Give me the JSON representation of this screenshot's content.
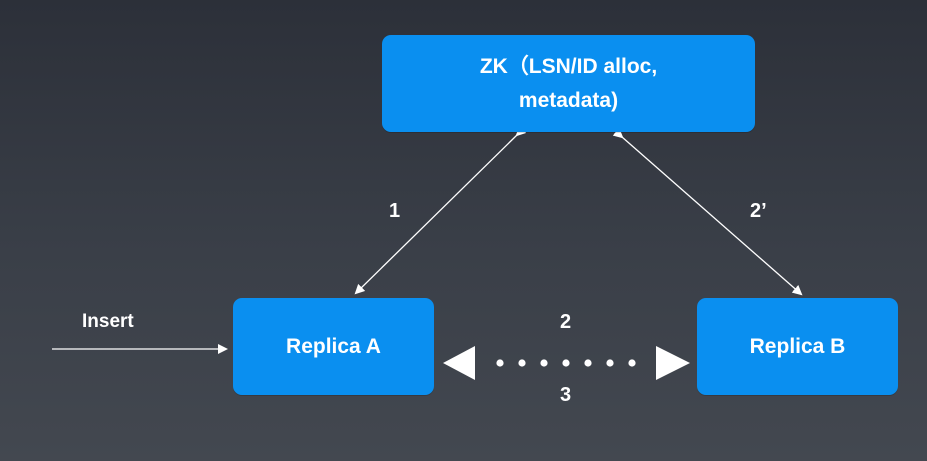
{
  "nodes": {
    "zk": {
      "line1": "ZK（LSN/ID alloc,",
      "line2": "metadata)"
    },
    "replica_a": "Replica A",
    "replica_b": "Replica B"
  },
  "edges": {
    "zk_a_label": "1",
    "zk_b_label": "2’",
    "a_b_top_label": "2",
    "a_b_bottom_label": "3",
    "insert_label": "Insert"
  },
  "colors": {
    "background": "#363b44",
    "node_fill": "#0a8ff0",
    "text": "#ffffff",
    "line": "#ffffff"
  }
}
